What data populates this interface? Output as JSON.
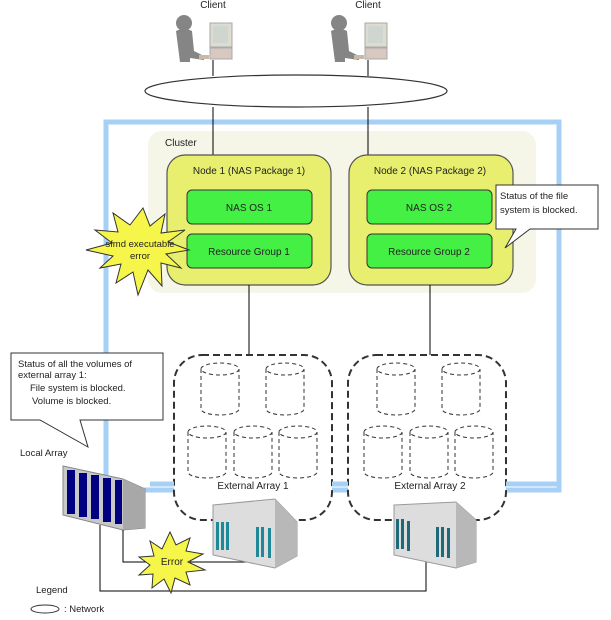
{
  "clients": [
    {
      "label": "Client"
    },
    {
      "label": "Client"
    }
  ],
  "cluster": {
    "label": "Cluster"
  },
  "nodes": [
    {
      "title": "Node 1 (NAS Package 1)",
      "os": "NAS OS 1",
      "resource_group": "Resource Group 1"
    },
    {
      "title": "Node 2 (NAS Package 2)",
      "os": "NAS OS 2",
      "resource_group": "Resource Group 2"
    }
  ],
  "callouts": {
    "node2_status": [
      "Status of the file",
      "system is blocked."
    ],
    "external_array_status": [
      "Status  of  all the volumes of",
      "external array 1:",
      "File system is blocked.",
      "Volume is blocked."
    ]
  },
  "errors": {
    "sfmd": [
      "sfmd executable",
      "error"
    ],
    "link": "Error"
  },
  "arrays": {
    "local": "Local Array",
    "external1": "External Array 1",
    "external2": "External Array 2"
  },
  "legend": {
    "title": "Legend",
    "network": ": Network"
  },
  "colors": {
    "cluster_border": "#a6d0f5",
    "cluster_bg": "#f5f5e8",
    "node_fill": "#e8ef6e",
    "green_box": "#44f044",
    "starburst": "#f6f64a",
    "local_array_panel": "#000080",
    "external_array_panel": "#2a9aa8"
  }
}
